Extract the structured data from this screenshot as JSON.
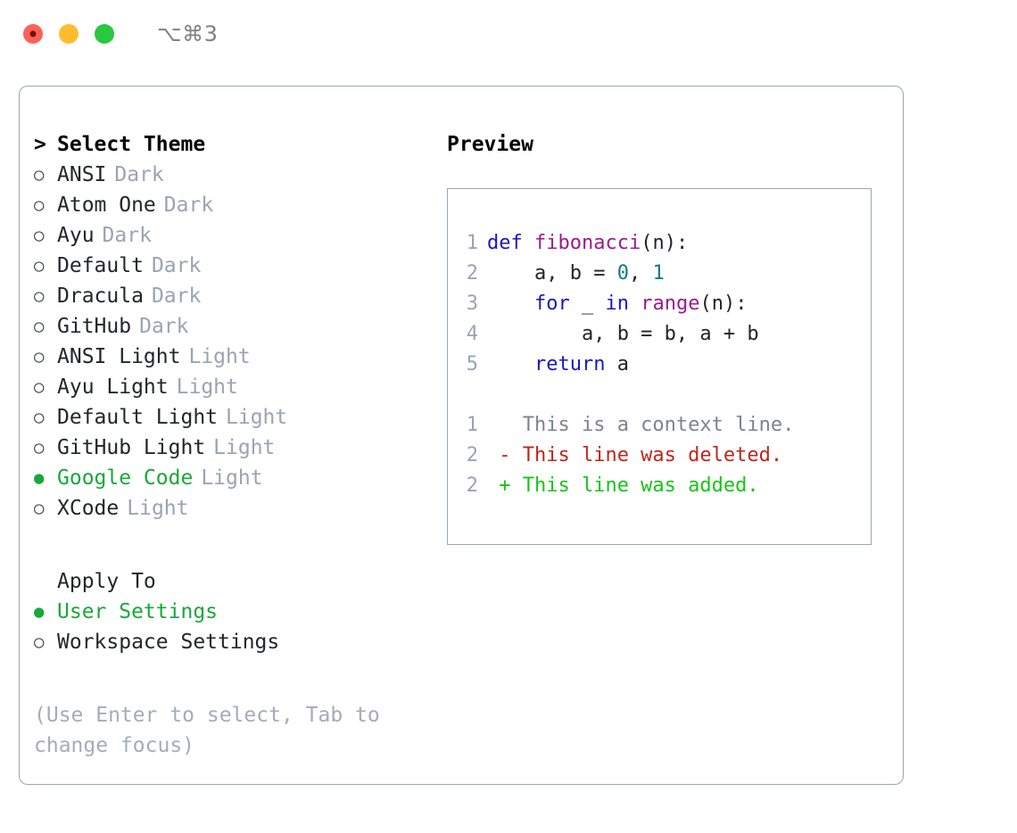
{
  "titlebar": {
    "shortcut": "⌥⌘3",
    "lights": [
      {
        "name": "close",
        "color": "#ff6058"
      },
      {
        "name": "minimize",
        "color": "#ffbd2e"
      },
      {
        "name": "maximize",
        "color": "#28c840"
      }
    ]
  },
  "theme_picker": {
    "heading": "Select Theme",
    "caret": ">",
    "bullet_unselected": "○",
    "bullet_selected": "●",
    "items": [
      {
        "label": "ANSI",
        "suffix": "Dark",
        "selected": false
      },
      {
        "label": "Atom One",
        "suffix": "Dark",
        "selected": false
      },
      {
        "label": "Ayu",
        "suffix": "Dark",
        "selected": false
      },
      {
        "label": "Default",
        "suffix": "Dark",
        "selected": false
      },
      {
        "label": "Dracula",
        "suffix": "Dark",
        "selected": false
      },
      {
        "label": "GitHub",
        "suffix": "Dark",
        "selected": false
      },
      {
        "label": "ANSI Light",
        "suffix": "Light",
        "selected": false
      },
      {
        "label": "Ayu Light",
        "suffix": "Light",
        "selected": false
      },
      {
        "label": "Default Light",
        "suffix": "Light",
        "selected": false
      },
      {
        "label": "GitHub Light",
        "suffix": "Light",
        "selected": false
      },
      {
        "label": "Google Code",
        "suffix": "Light",
        "selected": true
      },
      {
        "label": "XCode",
        "suffix": "Light",
        "selected": false
      }
    ]
  },
  "apply_to": {
    "heading": "Apply To",
    "items": [
      {
        "label": "User Settings",
        "selected": true
      },
      {
        "label": "Workspace Settings",
        "selected": false
      }
    ]
  },
  "hint": {
    "line1": "(Use Enter to select, Tab to",
    "line2": "change focus)"
  },
  "preview": {
    "title": "Preview",
    "code_lines": [
      {
        "number": "1",
        "tokens": [
          {
            "text": "def ",
            "type": "kw"
          },
          {
            "text": "fibonacci",
            "type": "fn"
          },
          {
            "text": "(n):",
            "type": "punct"
          }
        ]
      },
      {
        "number": "2",
        "tokens": [
          {
            "text": "    a, b = ",
            "type": "plain"
          },
          {
            "text": "0",
            "type": "num"
          },
          {
            "text": ", ",
            "type": "plain"
          },
          {
            "text": "1",
            "type": "num"
          }
        ]
      },
      {
        "number": "3",
        "tokens": [
          {
            "text": "    ",
            "type": "plain"
          },
          {
            "text": "for",
            "type": "kw"
          },
          {
            "text": " _ ",
            "type": "plain"
          },
          {
            "text": "in",
            "type": "kw"
          },
          {
            "text": " ",
            "type": "plain"
          },
          {
            "text": "range",
            "type": "fn"
          },
          {
            "text": "(n):",
            "type": "punct"
          }
        ]
      },
      {
        "number": "4",
        "tokens": [
          {
            "text": "        a, b = b, a + b",
            "type": "plain"
          }
        ]
      },
      {
        "number": "5",
        "tokens": [
          {
            "text": "    ",
            "type": "plain"
          },
          {
            "text": "return",
            "type": "kw"
          },
          {
            "text": " a",
            "type": "plain"
          }
        ]
      }
    ],
    "diff_lines": [
      {
        "number": "1",
        "marker": " ",
        "text": "This is a context line.",
        "type": "context"
      },
      {
        "number": "2",
        "marker": "-",
        "text": "This line was deleted.",
        "type": "deleted"
      },
      {
        "number": "2",
        "marker": "+",
        "text": "This line was added.",
        "type": "added"
      }
    ]
  },
  "colors": {
    "accent_green": "#18a83a",
    "muted": "#9aa4b2",
    "border": "#9aa6b4",
    "keyword": "#1a17c4",
    "function": "#9c1a8c",
    "number": "#0d7b7b",
    "diff_deleted": "#c0261b",
    "diff_added": "#17c417",
    "diff_context": "#7d8490"
  }
}
